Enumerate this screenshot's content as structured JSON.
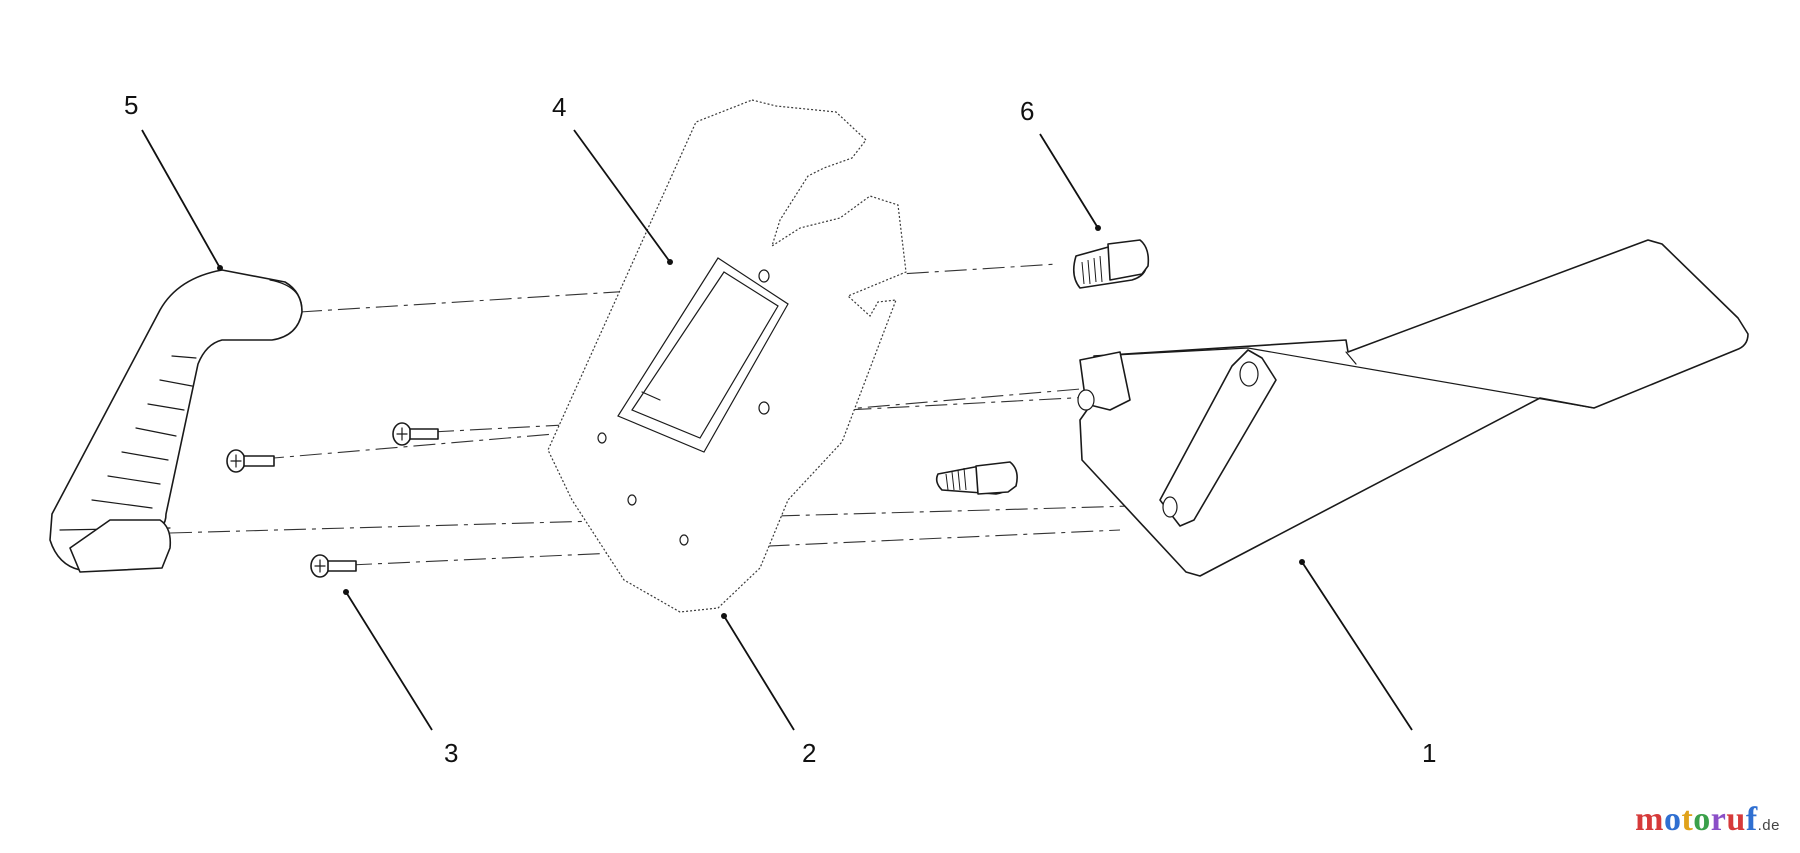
{
  "callouts": {
    "p1": "1",
    "p2": "2",
    "p3": "3",
    "p4": "4",
    "p5": "5",
    "p6": "6"
  },
  "watermark": {
    "text": "motoruf",
    "suffix": ".de"
  }
}
